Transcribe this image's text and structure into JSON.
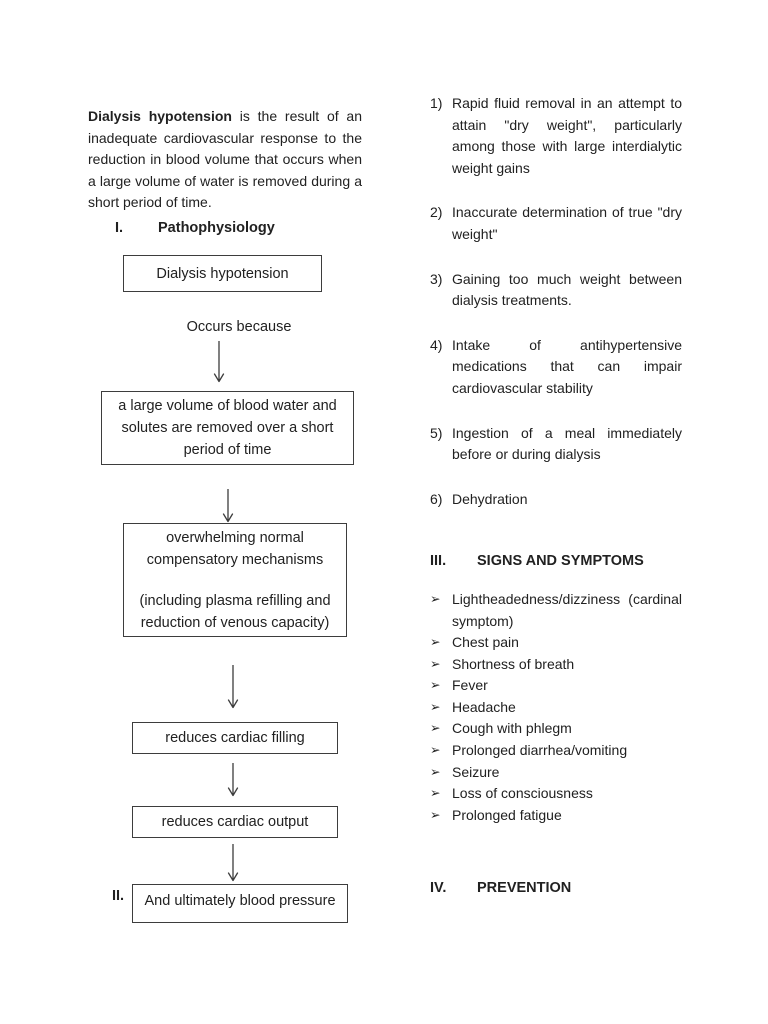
{
  "colors": {
    "text": "#212121",
    "border": "#3d3d3d",
    "page_bg": "#ffffff"
  },
  "intro": {
    "lead": "Dialysis hypotension",
    "body": " is the result of an inadequate cardiovascular response to the reduction in blood volume that occurs when a large volume of water is removed during a short period of time."
  },
  "section1": {
    "num": "I.",
    "title": "Pathophysiology"
  },
  "flowchart": {
    "box1": "Dialysis hypotension",
    "connector_label": "Occurs because",
    "box2": "a large volume of blood water and\nsolutes are removed over a short\nperiod of time",
    "box3_part1": "overwhelming normal\ncompensatory mechanisms",
    "box3_part2": "(including plasma refilling and\nreduction of venous capacity)",
    "box4": "reduces cardiac filling",
    "box5": "reduces cardiac output",
    "box6": "And ultimately blood pressure",
    "section2_num": "II."
  },
  "causes": [
    {
      "num": "1)",
      "text": "Rapid fluid removal in an attempt to attain \"dry weight\", particularly among those with large interdialytic weight gains"
    },
    {
      "num": "2)",
      "text": "Inaccurate determination of true \"dry weight\""
    },
    {
      "num": "3)",
      "text": "Gaining too much weight between dialysis treatments."
    },
    {
      "num": "4)",
      "text": "Intake of antihypertensive medications that can impair cardiovascular stability"
    },
    {
      "num": "5)",
      "text": "Ingestion of a meal immediately before or during dialysis"
    },
    {
      "num": "6)",
      "text": "Dehydration"
    }
  ],
  "section3": {
    "num": "III.",
    "title": "SIGNS AND SYMPTOMS"
  },
  "symptoms": {
    "bullet": "➢",
    "items": [
      "Lightheadedness/dizziness (cardinal symptom)",
      "Chest pain",
      "Shortness of breath",
      "Fever",
      "Headache",
      "Cough with phlegm",
      "Prolonged diarrhea/vomiting",
      "Seizure",
      "Loss of consciousness",
      "Prolonged fatigue"
    ]
  },
  "section4": {
    "num": "IV.",
    "title": "PREVENTION"
  }
}
